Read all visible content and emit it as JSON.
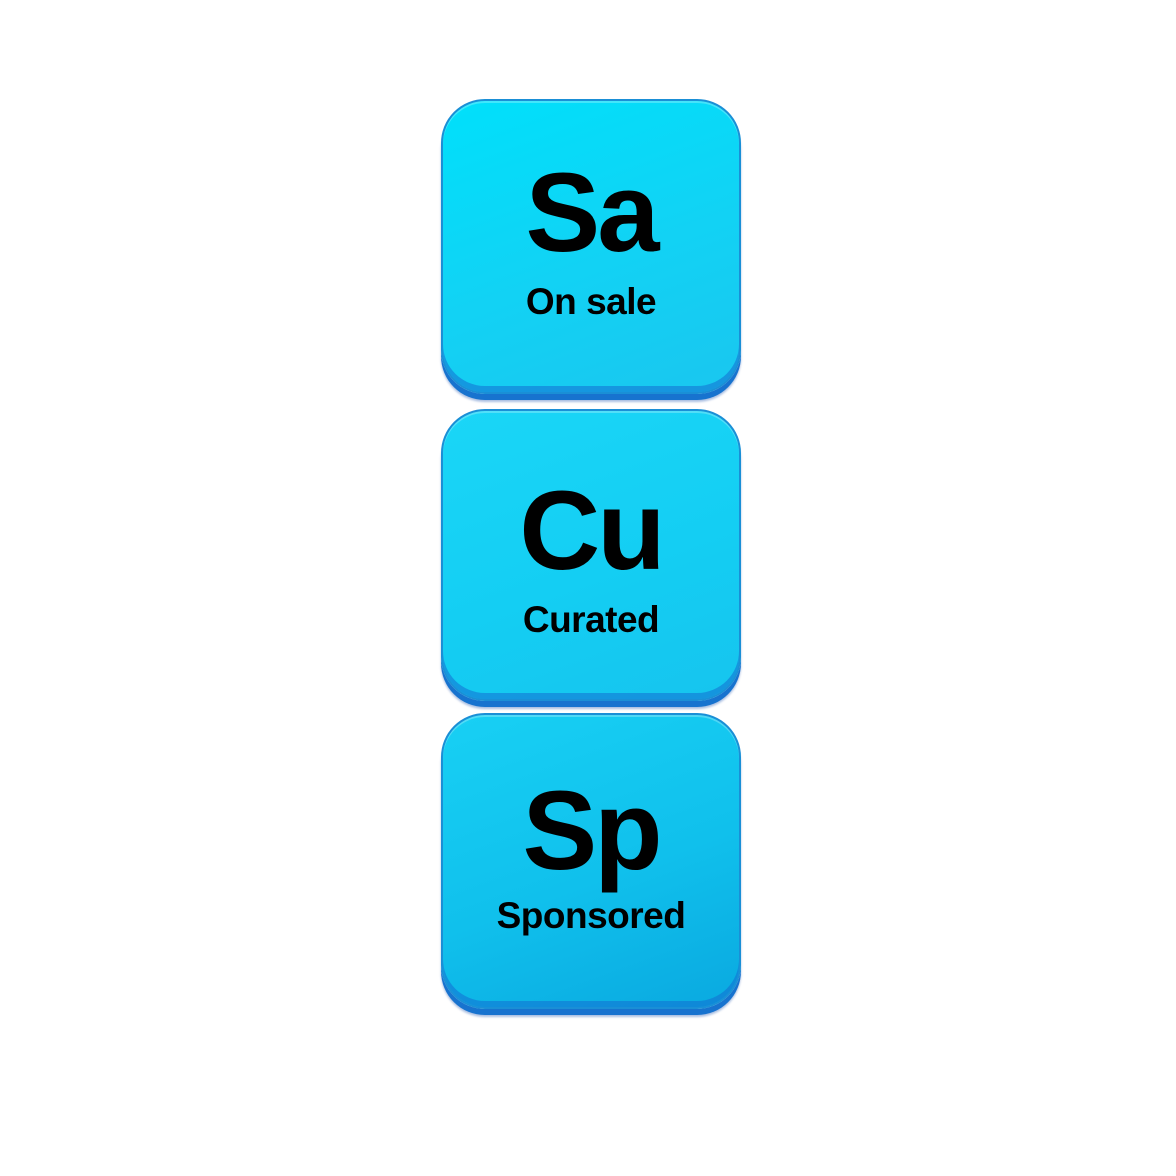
{
  "tiles": [
    {
      "symbol": "Sa",
      "label": "On sale"
    },
    {
      "symbol": "Cu",
      "label": "Curated"
    },
    {
      "symbol": "Sp",
      "label": "Sponsored"
    }
  ],
  "colors": {
    "background": "#ffffff",
    "tile_light": "#00e0fb",
    "tile_mid": "#14cef3",
    "tile_dark": "#0aa9e0",
    "tile_edge": "#1773cf",
    "text": "#000000"
  }
}
